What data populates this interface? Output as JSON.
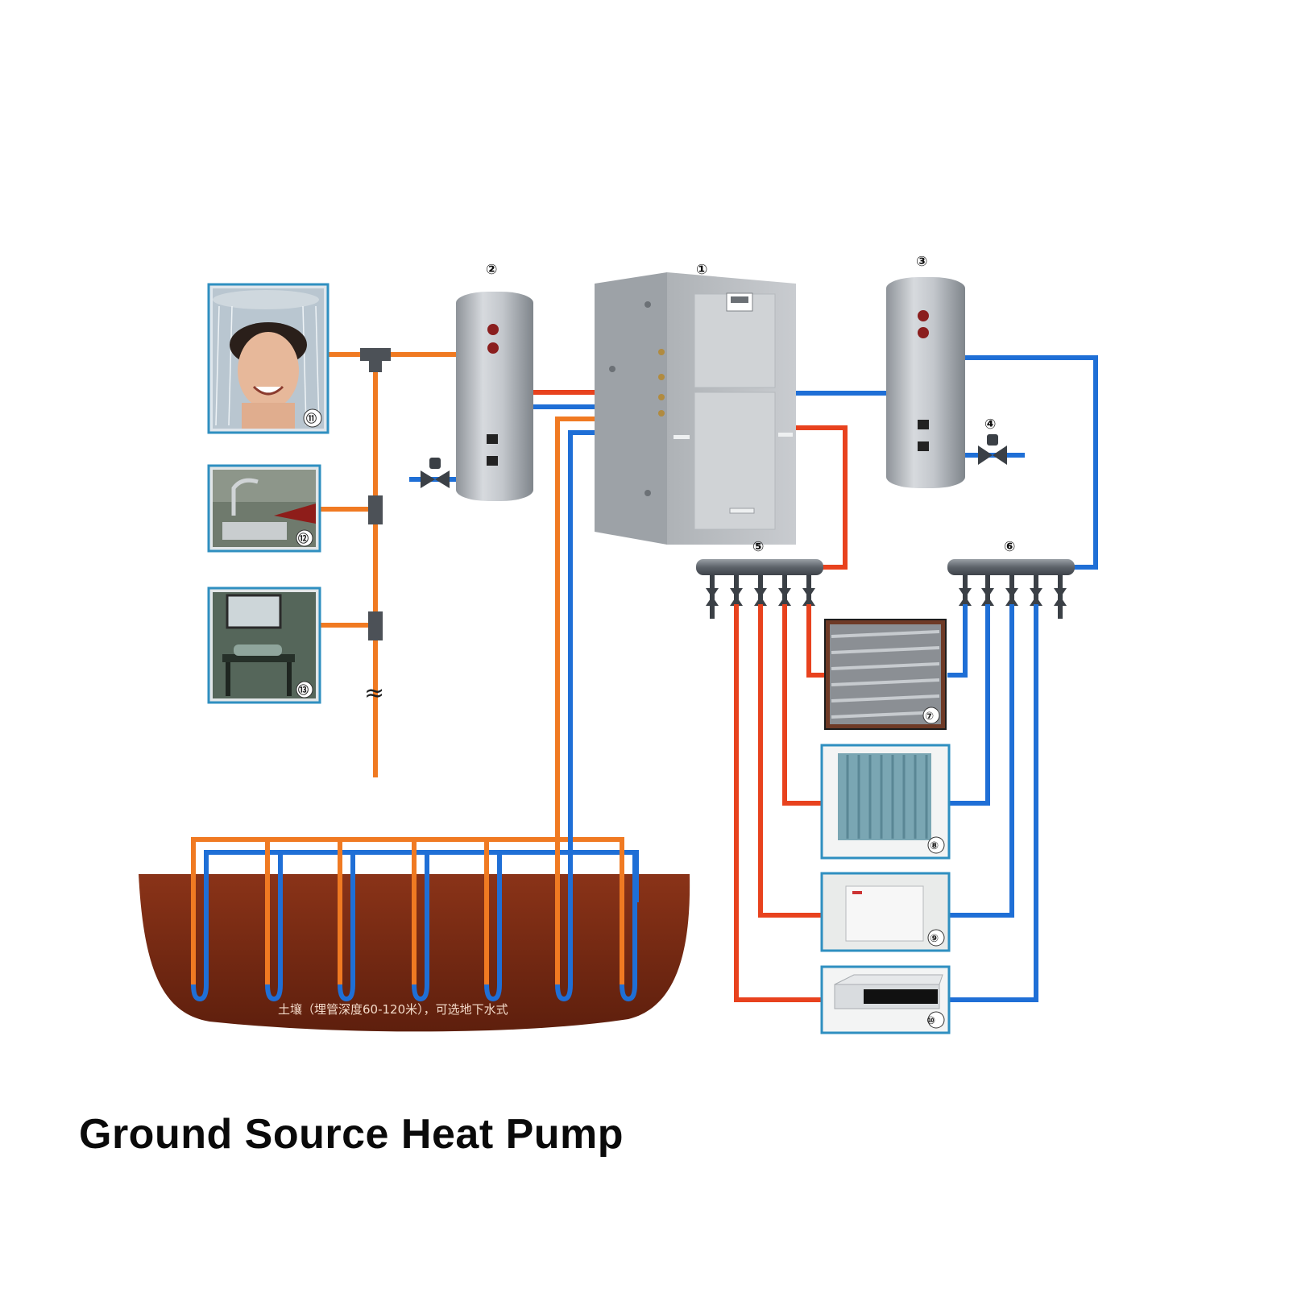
{
  "title": "Ground Source Heat Pump",
  "colors": {
    "hot_pipe": "#e8421e",
    "cold_pipe": "#1f6fd6",
    "dhw_pipe": "#f07a22",
    "ground": "#7a2a12",
    "frame": "#2f8fc0"
  },
  "labels": {
    "heat_pump": "①",
    "tank_left": "②",
    "tank_right": "③",
    "valve_right": "④",
    "manifold_supply": "⑤",
    "manifold_return": "⑥",
    "floor_heating": "⑦",
    "radiator": "⑧",
    "fan_coil": "⑨",
    "duct_unit": "⑩",
    "shower": "⑪",
    "kitchen_tap": "⑫",
    "washbasin": "⑬"
  },
  "ground_text": "土壤（埋管深度60-120米），可选地下水式",
  "break_symbol": "≈"
}
